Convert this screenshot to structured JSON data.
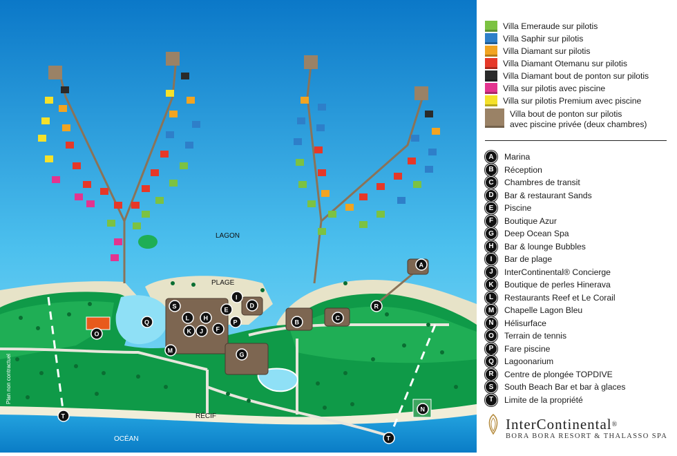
{
  "map": {
    "labels": {
      "lagon": "LAGON",
      "plage": "PLAGE",
      "recif": "RÉCIF",
      "ocean": "OCÉAN",
      "disclaimer": "Plan non contractuel"
    },
    "badges": [
      "A",
      "B",
      "C",
      "D",
      "E",
      "F",
      "G",
      "H",
      "I",
      "J",
      "K",
      "L",
      "M",
      "N",
      "O",
      "P",
      "Q",
      "R",
      "S",
      "T"
    ]
  },
  "legend": {
    "villas": [
      {
        "label": "Villa Emeraude sur pilotis",
        "color": "#7cc242"
      },
      {
        "label": "Villa Saphir sur pilotis",
        "color": "#2e7fc9"
      },
      {
        "label": "Villa Diamant sur pilotis",
        "color": "#f2a421"
      },
      {
        "label": "Villa Diamant Otemanu sur pilotis",
        "color": "#e63828"
      },
      {
        "label": "Villa Diamant bout de ponton sur pilotis",
        "color": "#2a2a2a"
      },
      {
        "label": "Villa sur pilotis avec piscine",
        "color": "#e3348f"
      },
      {
        "label": "Villa sur pilotis Premium avec piscine",
        "color": "#f5e12a"
      },
      {
        "label": "Villa bout de ponton sur pilotis",
        "label2": "avec piscine privée (deux chambres)",
        "color": "#9a8266"
      }
    ],
    "points": [
      {
        "letter": "A",
        "label": "Marina"
      },
      {
        "letter": "B",
        "label": "Réception"
      },
      {
        "letter": "C",
        "label": "Chambres de transit"
      },
      {
        "letter": "D",
        "label": "Bar & restaurant Sands"
      },
      {
        "letter": "E",
        "label": "Piscine"
      },
      {
        "letter": "F",
        "label": "Boutique Azur"
      },
      {
        "letter": "G",
        "label": "Deep Ocean Spa"
      },
      {
        "letter": "H",
        "label": "Bar & lounge Bubbles"
      },
      {
        "letter": "I",
        "label": "Bar de plage"
      },
      {
        "letter": "J",
        "label": "InterContinental® Concierge"
      },
      {
        "letter": "K",
        "label": "Boutique de perles Hinerava"
      },
      {
        "letter": "L",
        "label": "Restaurants Reef et Le Corail"
      },
      {
        "letter": "M",
        "label": "Chapelle Lagon Bleu"
      },
      {
        "letter": "N",
        "label": "Hélisurface"
      },
      {
        "letter": "O",
        "label": "Terrain de tennis"
      },
      {
        "letter": "P",
        "label": "Fare piscine"
      },
      {
        "letter": "Q",
        "label": "Lagoonarium"
      },
      {
        "letter": "R",
        "label": "Centre de plongée TOPDIVE"
      },
      {
        "letter": "S",
        "label": "South Beach Bar et bar à glaces"
      },
      {
        "letter": "T",
        "label": "Limite de la propriété"
      }
    ]
  },
  "brand": {
    "name": "InterContinental",
    "registered": "®",
    "sub": "BORA BORA RESORT & THALASSO SPA"
  }
}
